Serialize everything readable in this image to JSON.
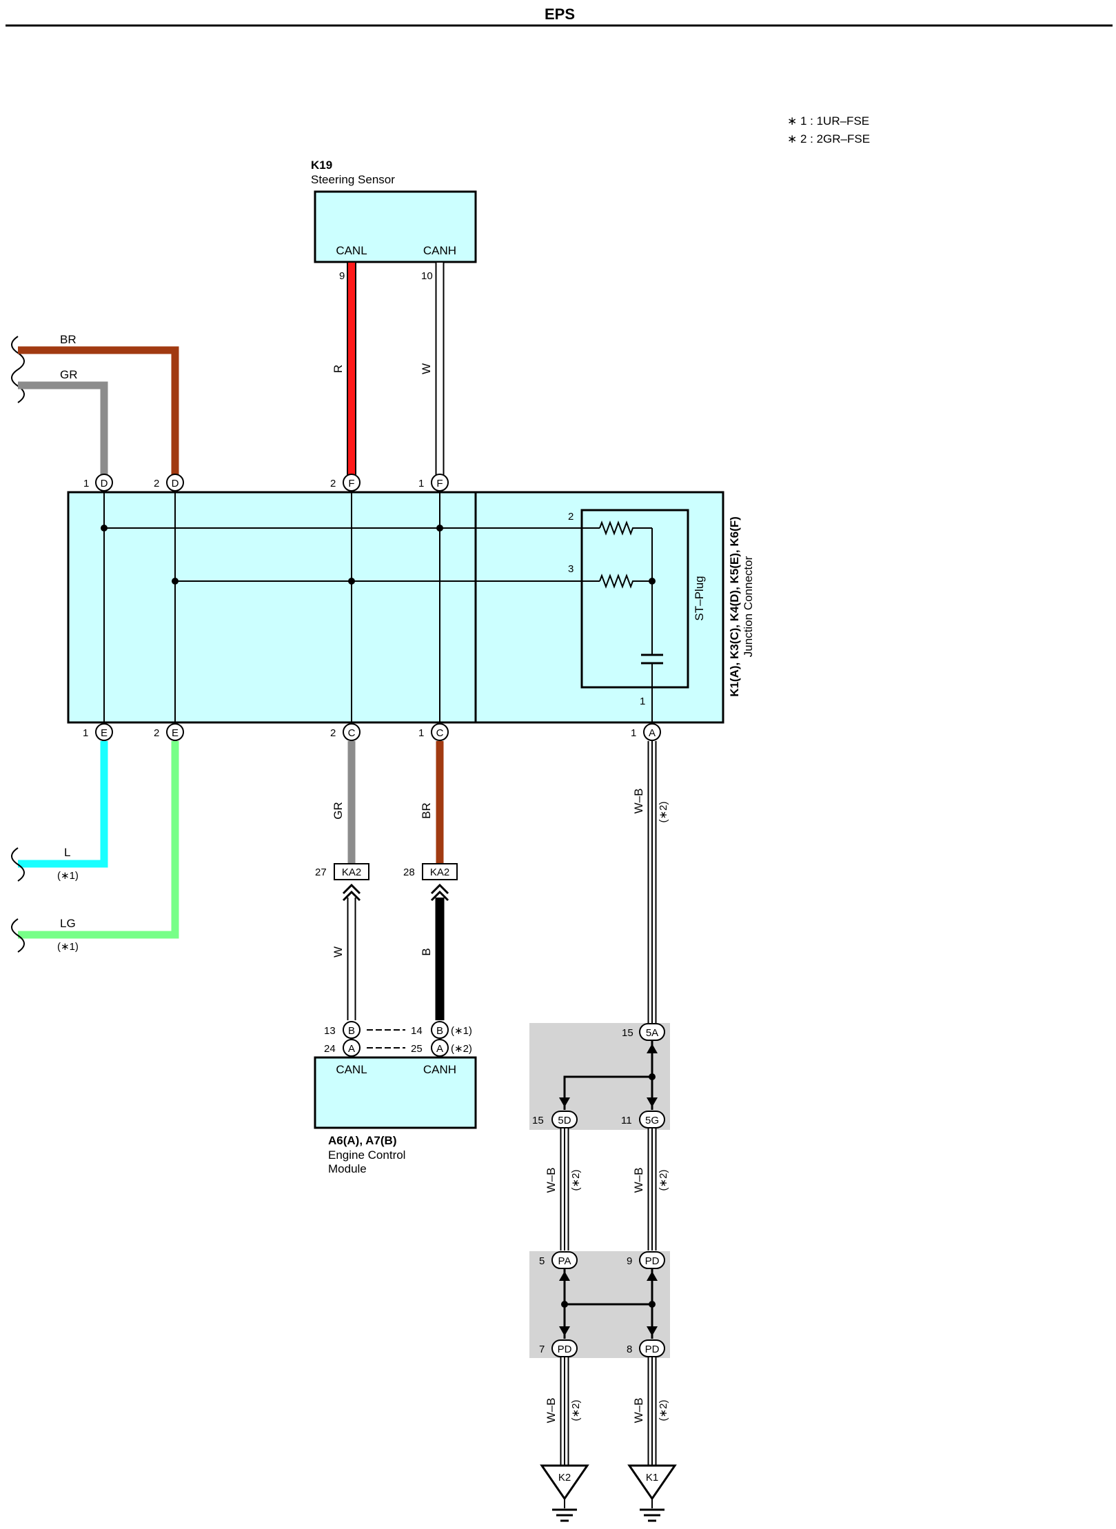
{
  "title": "EPS",
  "notes": [
    "∗ 1 : 1UR–FSE",
    "∗ 2 : 2GR–FSE"
  ],
  "colors": {
    "box_fill": "#ccffff",
    "red": "#ff1a1a",
    "brown": "#a13a11",
    "gray": "#8c8c8c",
    "cyan": "#19ffff",
    "light_green": "#77ff88",
    "black": "#000000",
    "splice_bg": "#d4d4d4"
  },
  "steering_sensor": {
    "code": "K19",
    "name": "Steering Sensor",
    "pin_canl_label": "CANL",
    "pin_canh_label": "CANH",
    "pin_canl_no": "9",
    "pin_canh_no": "10",
    "wire_canl_color": "R",
    "wire_canh_color": "W"
  },
  "junction_connector": {
    "codes": "K1(A), K3(C), K4(D), K5(E), K6(F)",
    "name": "Junction Connector",
    "st_plug": "ST–Plug",
    "plug_pin2": "2",
    "plug_pin3": "3",
    "plug_pin1": "1",
    "top_pins": [
      {
        "no": "1",
        "letter": "D"
      },
      {
        "no": "2",
        "letter": "D"
      },
      {
        "no": "2",
        "letter": "F"
      },
      {
        "no": "1",
        "letter": "F"
      }
    ],
    "bottom_pins": [
      {
        "no": "1",
        "letter": "E"
      },
      {
        "no": "2",
        "letter": "E"
      },
      {
        "no": "2",
        "letter": "C"
      },
      {
        "no": "1",
        "letter": "C"
      },
      {
        "no": "1",
        "letter": "A"
      }
    ]
  },
  "left_wires": {
    "br": "BR",
    "gr": "GR",
    "l": "L",
    "l_note": "(∗1)",
    "lg": "LG",
    "lg_note": "(∗1)"
  },
  "mid_wires": {
    "c2_color": "GR",
    "c1_color": "BR",
    "ka2_label": "KA2",
    "ka2_left_no": "27",
    "ka2_right_no": "28",
    "below_left_color": "W",
    "below_right_color": "B",
    "a_wire_color": "W–B",
    "a_wire_note": "(∗2)"
  },
  "ecm": {
    "codes": "A6(A), A7(B)",
    "name_line1": "Engine Control",
    "name_line2": "Module",
    "pin_canl_label": "CANL",
    "pin_canh_label": "CANH",
    "row1": {
      "left_no": "13",
      "left_letter": "B",
      "right_no": "14",
      "right_letter": "B",
      "note": "(∗1)"
    },
    "row2": {
      "left_no": "24",
      "left_letter": "A",
      "right_no": "25",
      "right_letter": "A",
      "note": "(∗2)"
    }
  },
  "splice1": {
    "top_no": "15",
    "top_label": "5A",
    "bl_no": "15",
    "bl_label": "5D",
    "br_no": "11",
    "br_label": "5G"
  },
  "mid_w_b": {
    "left": "W–B",
    "left_note": "(∗2)",
    "right": "W–B",
    "right_note": "(∗2)"
  },
  "splice2": {
    "tl_no": "5",
    "tl_label": "PA",
    "tr_no": "9",
    "tr_label": "PD",
    "bl_no": "7",
    "bl_label": "PD",
    "br_no": "8",
    "br_label": "PD"
  },
  "bottom_w_b": {
    "left": "W–B",
    "left_note": "(∗2)",
    "right": "W–B",
    "right_note": "(∗2)"
  },
  "grounds": {
    "left": "K2",
    "right": "K1"
  }
}
